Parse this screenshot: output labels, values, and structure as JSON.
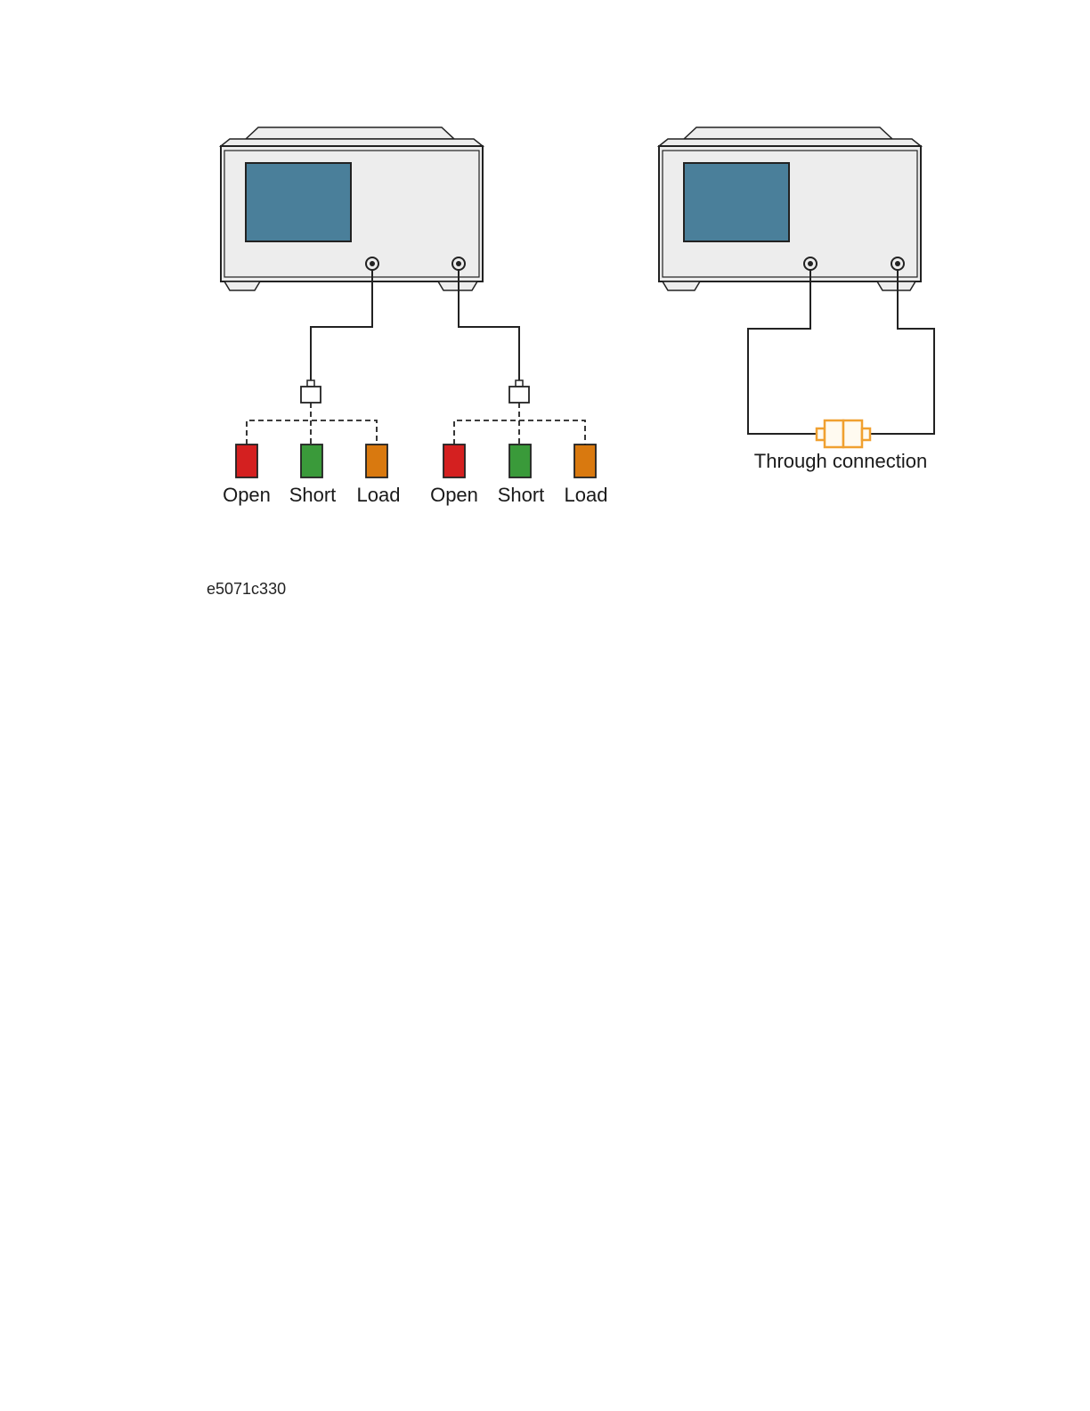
{
  "diagram": {
    "standards": {
      "open": "Open",
      "short": "Short",
      "load": "Load"
    },
    "through_label": "Through connection",
    "figure_id": "e5071c330"
  },
  "colors": {
    "screen": "#4a7f9a",
    "chassis": "#ededed",
    "outline": "#222222",
    "open": "#d42020",
    "short": "#3a9a3a",
    "load": "#d9790f",
    "through_adapter": "#f0a030"
  }
}
